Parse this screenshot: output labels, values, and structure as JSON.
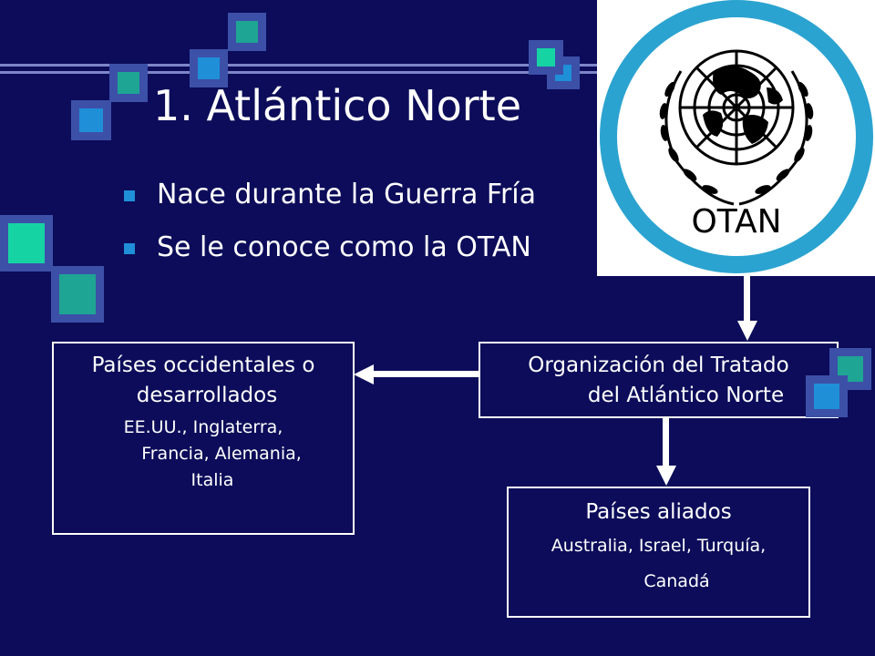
{
  "slide": {
    "title": "1. Atlántico Norte",
    "bullets": [
      "Nace durante la Guerra Fría",
      "Se le conoce como la OTAN"
    ]
  },
  "logo": {
    "text": "OTAN"
  },
  "diagram": {
    "center": {
      "line1": "Organización del Tratado",
      "line2": "del Atlántico Norte"
    },
    "left": {
      "line1": "Países occidentales o",
      "line2": "desarrollados",
      "detail1": "EE.UU., Inglaterra,",
      "detail2": "Francia, Alemania,",
      "detail3": "Italia"
    },
    "bottom": {
      "line1": "Países aliados",
      "detail1": "Australia, Israel, Turquía,",
      "detail2": "Canadá"
    }
  },
  "colors": {
    "background": "#0c0c5a",
    "bullet": "#1f8fd8",
    "logo_ring": "#2ba3d0",
    "decor_teal": "#1ea593",
    "decor_blue": "#1f8fd8"
  }
}
